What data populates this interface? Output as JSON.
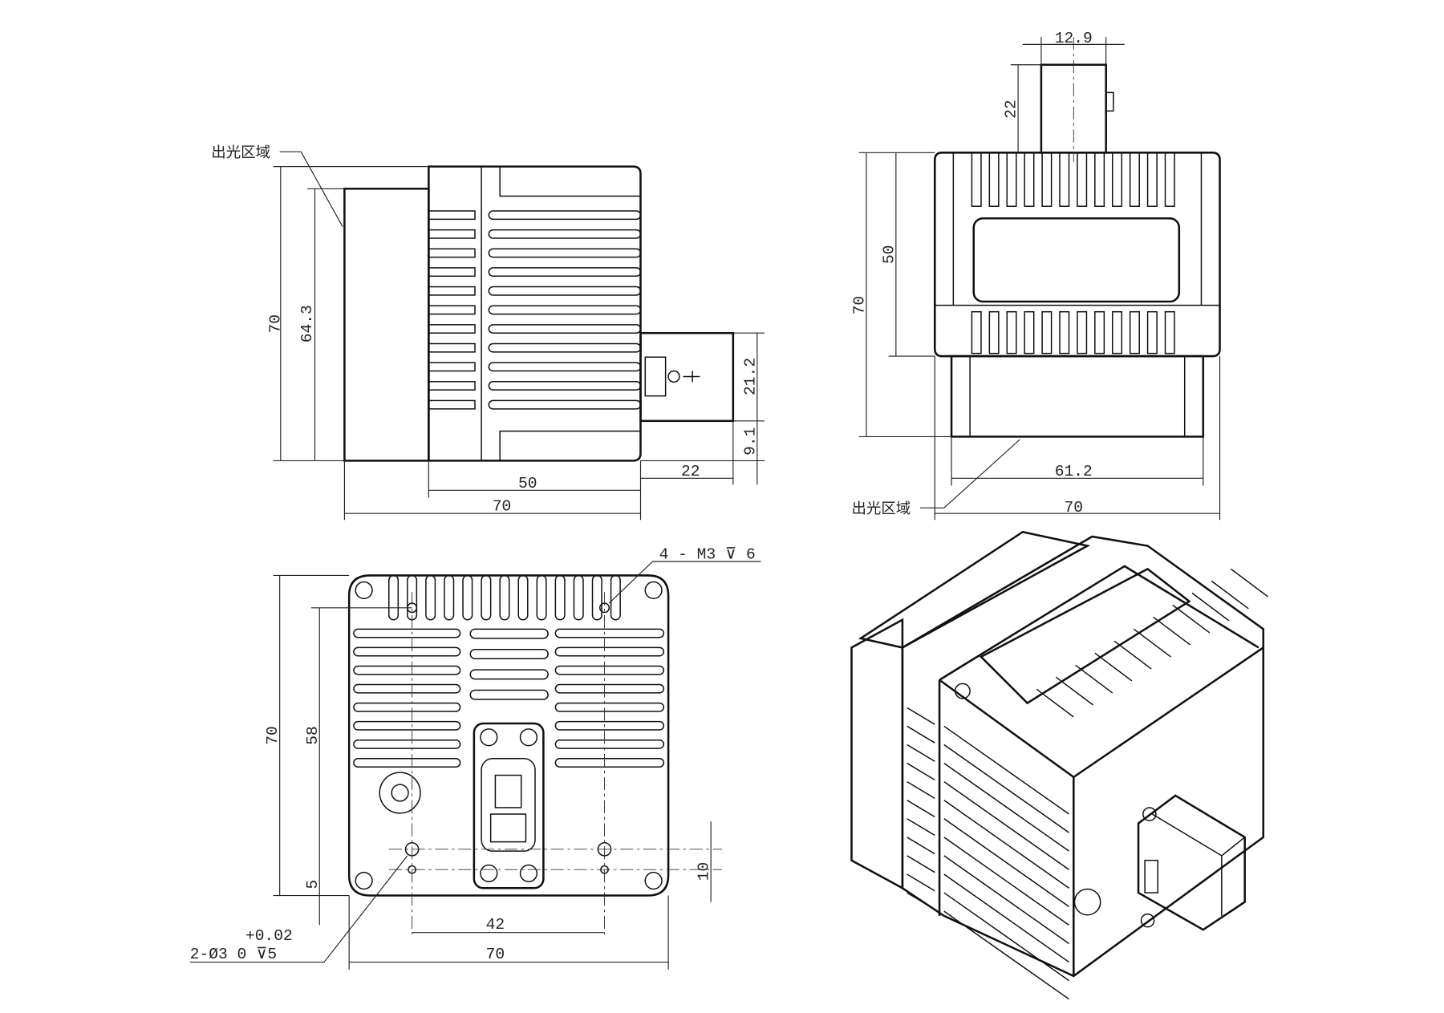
{
  "side_view": {
    "label_light_area": "出光区域",
    "dim_height_total": "70",
    "dim_height_window": "64.3",
    "dim_body_length": "50",
    "dim_total_length": "70",
    "dim_connector_length": "22",
    "dim_connector_height": "21.2",
    "dim_connector_offset": "9.1"
  },
  "front_view": {
    "label_light_area": "出光区域",
    "dim_connector_width": "12.9",
    "dim_connector_length": "22",
    "dim_body_height": "50",
    "dim_total_height": "70",
    "dim_window_width": "61.2",
    "dim_total_width": "70"
  },
  "bottom_view": {
    "label_threaded_holes": "4 - M3 ⊽ 6",
    "dim_total_height": "70",
    "dim_hole_spacing_v": "58",
    "dim_hole_offset": "5",
    "dim_pin_offset": "10",
    "dim_hole_spacing_h": "42",
    "dim_total_width": "70",
    "pin_tolerance": "+0.02",
    "pin_hole_spec": "2-Ø3   0   ⊽5"
  }
}
